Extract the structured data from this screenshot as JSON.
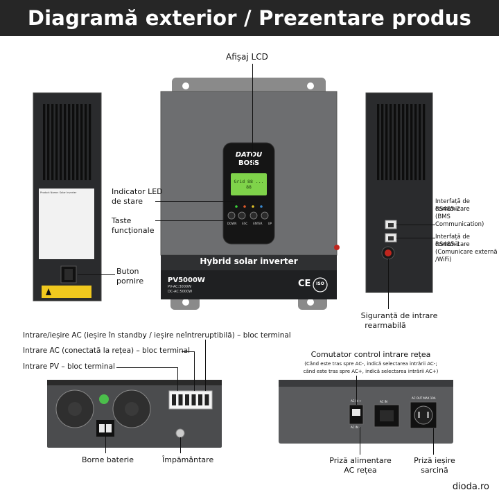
{
  "title": "Diagramă exterior / Prezentare produs",
  "brand_footer": "dioda.ro",
  "front": {
    "lcd_label": "Afișaj LCD",
    "led_label_1": "Indicator LED",
    "led_label_2": "de stare",
    "keys_label_1": "Taste",
    "keys_label_2": "funcționale",
    "logo_1": "DATOU",
    "logo_2": "BOSS",
    "lcd_text": "Grid 88 ... 88",
    "buttons": [
      "DOWN",
      "ESC",
      "ENTER",
      "UP"
    ],
    "product_name": "Hybrid solar inverter",
    "model": "PV5000W",
    "spec_1": "PV-AC:3000W",
    "spec_2": "DC-AC:5000W",
    "ce_mark": "CE",
    "iso_mark": "ISO"
  },
  "left_side": {
    "power_button_label_1": "Buton",
    "power_button_label_2": "pornire",
    "sticker_title": "Product Name: Solar Inverter"
  },
  "right_side": {
    "rs485_2_1": "Interfață de comunicare",
    "rs485_2_2": "RS485-2",
    "rs485_2_3": "(BMS Communication)",
    "rs485_1_1": "Interfață de comunicare",
    "rs485_1_2": "RS485-1",
    "rs485_1_3": "(Comunicare externă",
    "rs485_1_4": "/WiFi)",
    "fuse_1": "Siguranță de intrare",
    "fuse_2": "rearmabilă"
  },
  "bottom_left": {
    "ac_io_label": "Intrare/ieșire AC (ieșire în standby / ieșire neîntreruptibilă) – bloc terminal",
    "ac_in_label": "Intrare AC (conectată la rețea) – bloc terminal",
    "pv_label": "Intrare PV – bloc terminal",
    "battery_label": "Borne baterie",
    "ground_label": "Împământare"
  },
  "bottom_right": {
    "switch_title": "Comutator control intrare rețea",
    "switch_desc_1": "(Când este tras spre AC-, indică selectarea intrării AC-;",
    "switch_desc_2": "când este tras spre AC+, indică selectarea intrării AC+)",
    "ac_socket_1": "Priză alimentare",
    "ac_socket_2": "AC rețea",
    "out_socket_1": "Priză ieșire",
    "out_socket_2": "sarcină",
    "switch_top": "AC IN +",
    "switch_bottom": "AC IN -",
    "socket_tag": "AC IN",
    "out_tag": "AC OUT MAX 10A"
  }
}
